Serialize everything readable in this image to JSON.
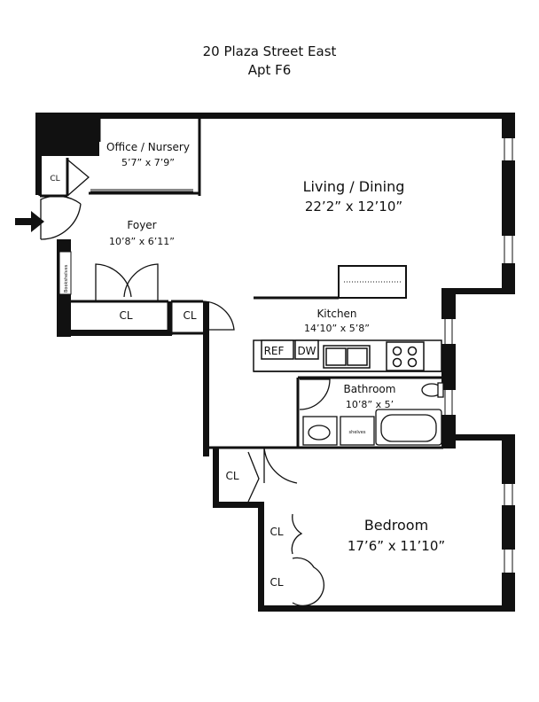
{
  "header": {
    "address": "20 Plaza Street East",
    "unit": "Apt F6"
  },
  "rooms": {
    "living": {
      "name": "Living / Dining",
      "dims": "22’2” x 12’10”"
    },
    "office": {
      "name": "Office / Nursery",
      "dims": "5’7” x 7’9”"
    },
    "foyer": {
      "name": "Foyer",
      "dims": "10’8” x 6’11”"
    },
    "kitchen": {
      "name": "Kitchen",
      "dims": "14’10” x 5’8”"
    },
    "bathroom": {
      "name": "Bathroom",
      "dims": "10’8” x 5’"
    },
    "bedroom": {
      "name": "Bedroom",
      "dims": "17’6” x 11’10”"
    }
  },
  "labels": {
    "closet": "CL",
    "refrigerator": "REF",
    "dishwasher": "DW",
    "shelves": "shelves",
    "bookshelves": "Bookshelves"
  },
  "colors": {
    "wall": "#111111",
    "line": "#111111",
    "background": "#ffffff"
  }
}
